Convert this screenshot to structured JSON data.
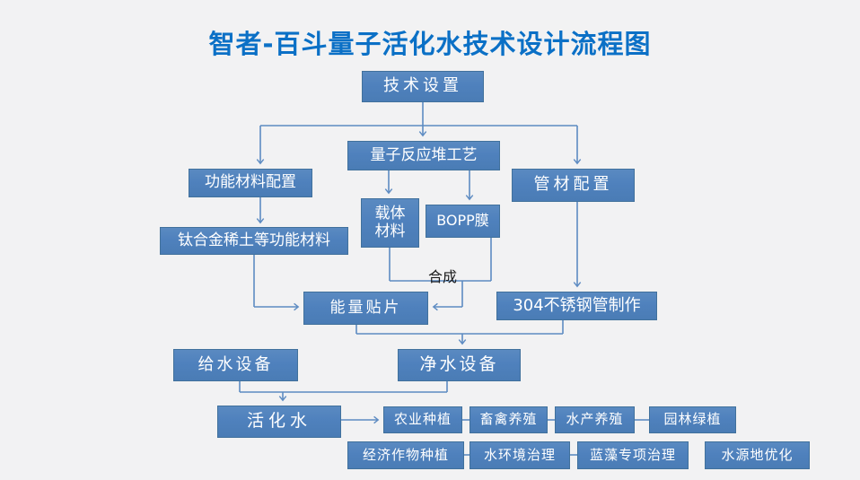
{
  "title": "智者-百斗量子活化水技术设计流程图",
  "colors": {
    "title_text": "#0b70c6",
    "node_fill": "#4f81bd",
    "node_border": "#41719c",
    "node_text": "#ffffff",
    "connector": "#5d8bc2",
    "annotation_text": "#1a1a1a",
    "background": "#f2f2f3"
  },
  "nodes": {
    "tech_setup": {
      "label": "技术设置"
    },
    "func_material_config": {
      "label": "功能材料配置"
    },
    "quantum_reactor_process": {
      "label": "量子反应堆工艺"
    },
    "pipe_material_config": {
      "label": "管材配置"
    },
    "titanium_rare_earth": {
      "label": "钛合金稀土等功能材料"
    },
    "carrier_material": {
      "label": "载体材料",
      "line1": "载体",
      "line2": "材料"
    },
    "bopp_film": {
      "label": "BOPP膜"
    },
    "energy_patch": {
      "label": "能量贴片"
    },
    "steel_pipe_304": {
      "label": "304不锈钢管制作"
    },
    "water_supply_equipment": {
      "label": "给水设备"
    },
    "water_purification_equipment": {
      "label": "净水设备"
    },
    "activated_water": {
      "label": "活化水"
    },
    "agricultural_planting": {
      "label": "农业种植"
    },
    "livestock_breeding": {
      "label": "畜禽养殖"
    },
    "aquaculture": {
      "label": "水产养殖"
    },
    "garden_greening": {
      "label": "园林绿植"
    },
    "cash_crop_planting": {
      "label": "经济作物种植"
    },
    "water_environment_treatment": {
      "label": "水环境治理"
    },
    "blue_algae_treatment": {
      "label": "蓝藻专项治理"
    },
    "water_source_optimization": {
      "label": "水源地优化"
    }
  },
  "annotations": {
    "synthesis_label": "合成"
  }
}
